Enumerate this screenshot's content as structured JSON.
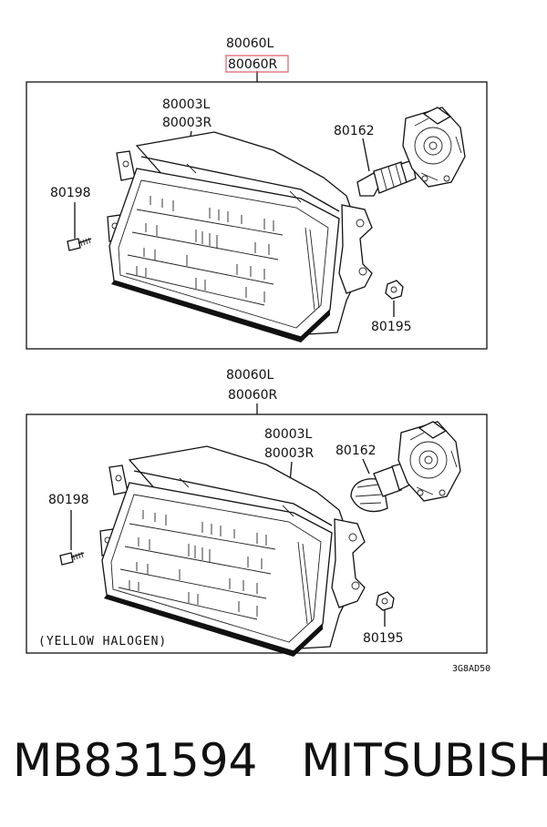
{
  "diagram": {
    "top": {
      "assembly_left": "80060L",
      "assembly_right": "80060R",
      "lens_left": "80003L",
      "lens_right": "80003R",
      "bulb": "80162",
      "screw": "80198",
      "nut": "80195"
    },
    "bottom": {
      "assembly_left": "80060L",
      "assembly_right": "80060R",
      "lens_left": "80003L",
      "lens_right": "80003R",
      "bulb": "80162",
      "screw": "80198",
      "nut": "80195",
      "note": "(YELLOW HALOGEN)"
    },
    "drawing_code": "3G8AD50"
  },
  "footer": {
    "part_number": "MB831594",
    "brand": "MITSUBISHI"
  },
  "colors": {
    "highlight": "#e05a6a",
    "line": "#111111"
  }
}
